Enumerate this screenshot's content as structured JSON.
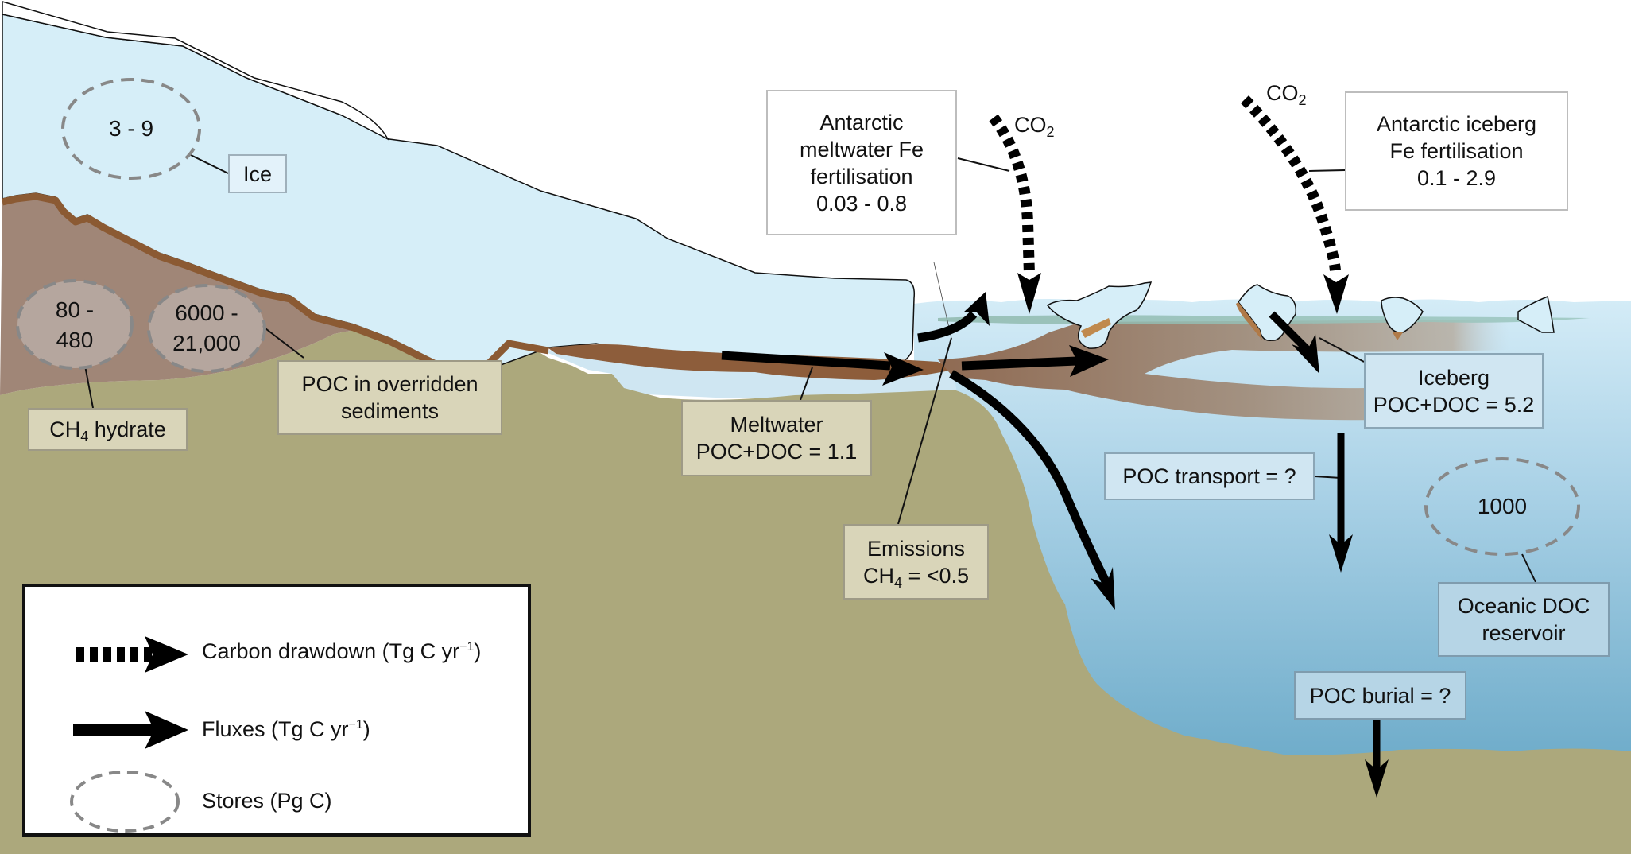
{
  "figure": {
    "title": "Antarctic ice sheet carbon cycle schematic",
    "colors": {
      "ice": "#d6eef8",
      "snow": "#ffffff",
      "bedrock_sediment": "#a08677",
      "sediment_rim": "#8b5a33",
      "ground": "#aca87c",
      "shallow_sea": "#cfe7f3",
      "deep_sea": "#5fa2c2",
      "plume": "#a08a74",
      "algae": "#9cbfb3",
      "store_outline": "#888888",
      "arrow": "#000000"
    }
  },
  "stores": {
    "ice": {
      "value": "3 - 9",
      "label": "Ice"
    },
    "ch4_hydrate": {
      "value_line1": "80 -",
      "value_line2": "480",
      "label_pre": "CH",
      "label_sub": "4",
      "label_post": " hydrate"
    },
    "poc_sediments": {
      "value_line1": "6000 -",
      "value_line2": "21,000",
      "label_line1": "POC in overridden",
      "label_line2": "sediments"
    },
    "oceanic_doc": {
      "value": "1000",
      "label_line1": "Oceanic DOC",
      "label_line2": "reservoir"
    }
  },
  "fluxes": {
    "meltwater": {
      "line1": "Meltwater",
      "line2": "POC+DOC = 1.1"
    },
    "emissions": {
      "line1": "Emissions",
      "line2_pre": "CH",
      "line2_sub": "4",
      "line2_post": " = <0.5"
    },
    "iceberg": {
      "line1": "Iceberg",
      "line2": "POC+DOC = 5.2"
    },
    "poc_transport": {
      "label": "POC transport = ?"
    },
    "poc_burial": {
      "label": "POC burial = ?"
    }
  },
  "drawdown": {
    "meltwater_fe": {
      "line1": "Antarctic",
      "line2": "meltwater Fe",
      "line3": "fertilisation",
      "line4": "0.03 - 0.8",
      "gas": "CO",
      "gas_sub": "2"
    },
    "iceberg_fe": {
      "line1": "Antarctic iceberg",
      "line2": "Fe fertilisation",
      "line3": "0.1 - 2.9",
      "gas": "CO",
      "gas_sub": "2"
    }
  },
  "legend": {
    "items": [
      {
        "symbol": "dashed-arrow",
        "text": "Carbon drawdown (Tg C yr",
        "sup": "−1",
        "close": ")"
      },
      {
        "symbol": "solid-arrow",
        "text": "Fluxes (Tg C yr",
        "sup": "−1",
        "close": ")"
      },
      {
        "symbol": "dashed-ellipse",
        "text": "Stores (Pg C)",
        "sup": "",
        "close": ""
      }
    ]
  }
}
